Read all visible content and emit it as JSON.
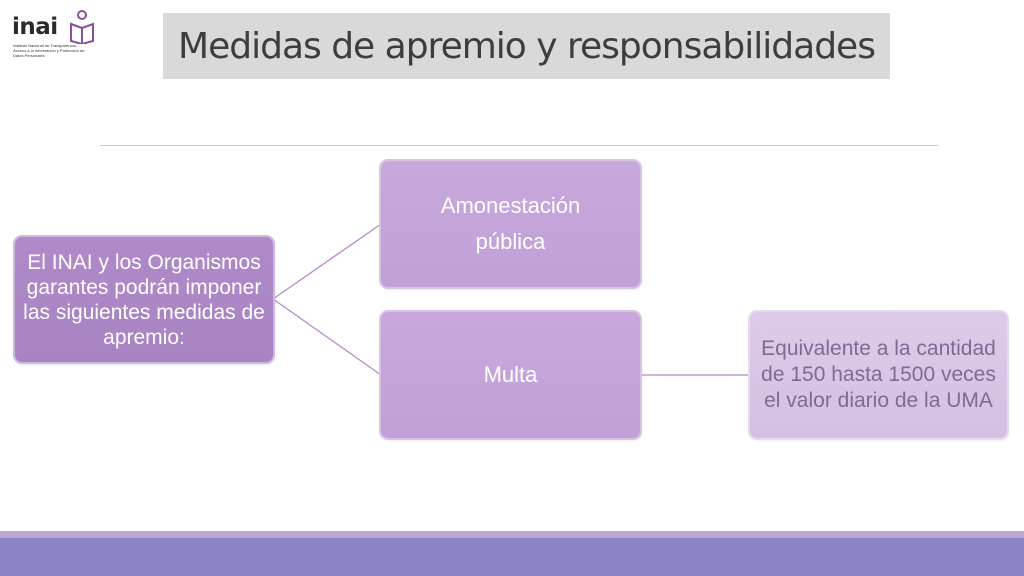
{
  "logo": {
    "wordmark": "inai",
    "subtitle": "Instituto Nacional de Transparencia, Acceso a la Información y Protección de Datos Personales"
  },
  "title": "Medidas de apremio y responsabilidades",
  "diagram": {
    "main_text": "El INAI y los Organismos garantes podrán imponer las siguientes medidas de apremio:",
    "amonestacion_line1": "Amonestación",
    "amonestacion_line2": "pública",
    "multa": "Multa",
    "equivalente": "Equivalente a la cantidad de 150 hasta 1500 veces el valor diario de la UMA"
  },
  "colors": {
    "node": "#c3a3d8",
    "main_node": "#ab86c4",
    "leaf_node": "#d8c6e5",
    "footer_band": "#8a84c4",
    "connector": "#b58ac9"
  }
}
